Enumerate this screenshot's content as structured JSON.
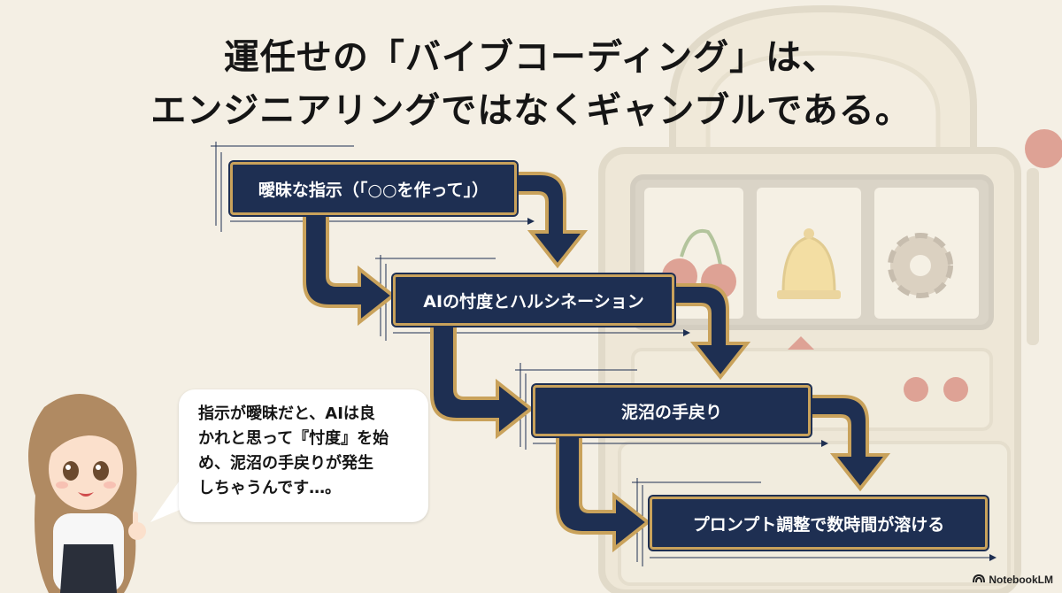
{
  "title": {
    "line1": "運任せの「バイブコーディング」は、",
    "line2": "エンジニアリングではなくギャンブルである。"
  },
  "steps": [
    "曖昧な指示（「○○を作って」）",
    "AIの忖度とハルシネーション",
    "泥沼の手戻り",
    "プロンプト調整で数時間が溶ける"
  ],
  "speech_bubble": {
    "lines": [
      "指示が曖昧だと、AIは良",
      "かれと思って『忖度』を始",
      "め、泥沼の手戻りが発生",
      "しちゃうんです…。"
    ]
  },
  "background": {
    "slot_machine_symbols": [
      "cherry-icon",
      "bell-icon",
      "gear-icon"
    ]
  },
  "colors": {
    "background": "#f4efe4",
    "box_fill": "#1e2f52",
    "box_border": "#c9a25b",
    "title_text": "#151515"
  },
  "watermark": {
    "label": "NotebookLM"
  }
}
